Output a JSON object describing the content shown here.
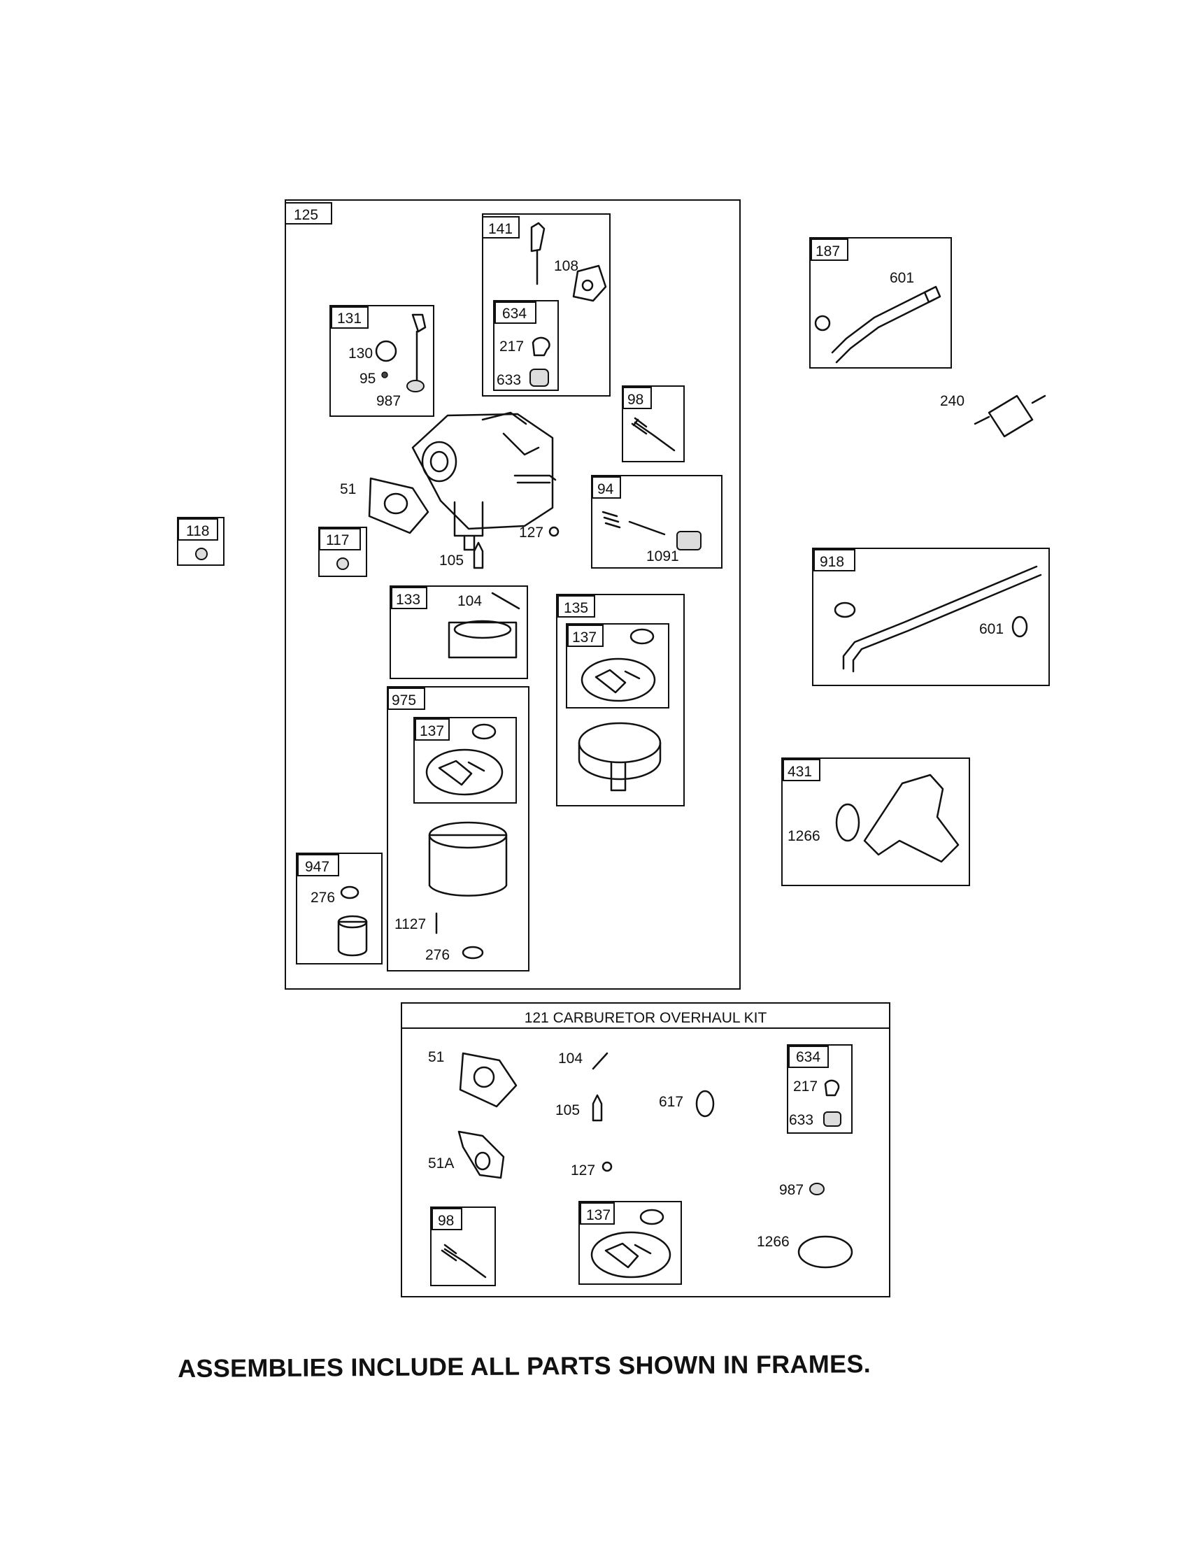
{
  "frames": {
    "f125": "125",
    "f141": "141",
    "f131": "131",
    "f634": "634",
    "f98": "98",
    "f94": "94",
    "f117": "117",
    "f133": "133",
    "f135": "135",
    "f137a": "137",
    "f975": "975",
    "f137b": "137",
    "f947": "947",
    "f187": "187",
    "f918": "918",
    "f431": "431",
    "f118": "118",
    "k634": "634",
    "k98": "98",
    "k137": "137"
  },
  "labels": {
    "p108": "108",
    "p217": "217",
    "p633": "633",
    "p130": "130",
    "p95": "95",
    "p987": "987",
    "p51": "51",
    "p127": "127",
    "p105": "105",
    "p1091": "1091",
    "p104": "104",
    "p276a": "276",
    "p1127": "1127",
    "p276b": "276",
    "p601a": "601",
    "p240": "240",
    "p601b": "601",
    "p1266": "1266"
  },
  "kit": {
    "title": "121 CARBURETOR OVERHAUL KIT",
    "p51": "51",
    "p104": "104",
    "p105": "105",
    "p617": "617",
    "p217": "217",
    "p633": "633",
    "p51A": "51A",
    "p127": "127",
    "p987": "987",
    "p1266": "1266"
  },
  "note": "ASSEMBLIES INCLUDE ALL PARTS SHOWN IN FRAMES."
}
